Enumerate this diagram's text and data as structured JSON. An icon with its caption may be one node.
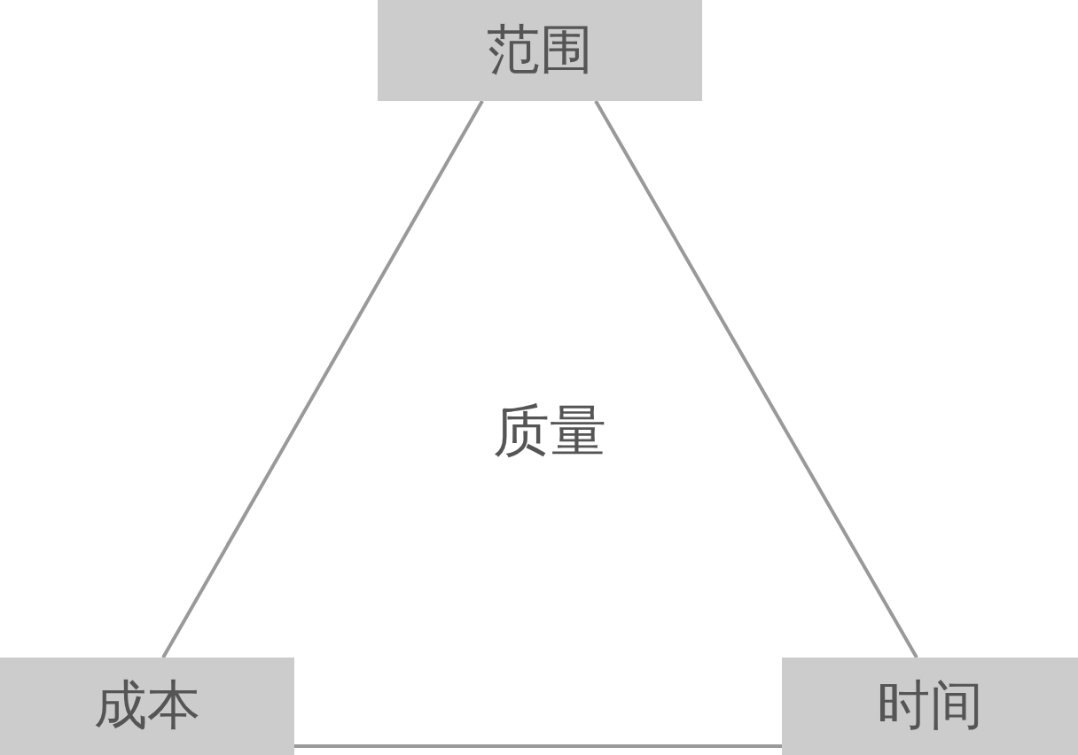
{
  "diagram": {
    "nodes": [
      {
        "text": [
          "范围"
        ]
      },
      {
        "text": [
          "成本"
        ]
      },
      {
        "text": [
          "时间"
        ]
      }
    ],
    "edges": [
      {
        "from": 0,
        "to": 1,
        "arrow": "none"
      },
      {
        "from": 0,
        "to": 2,
        "arrow": "none"
      },
      {
        "from": 1,
        "to": 2,
        "arrow": "none"
      }
    ],
    "labels": [
      "质量"
    ]
  }
}
